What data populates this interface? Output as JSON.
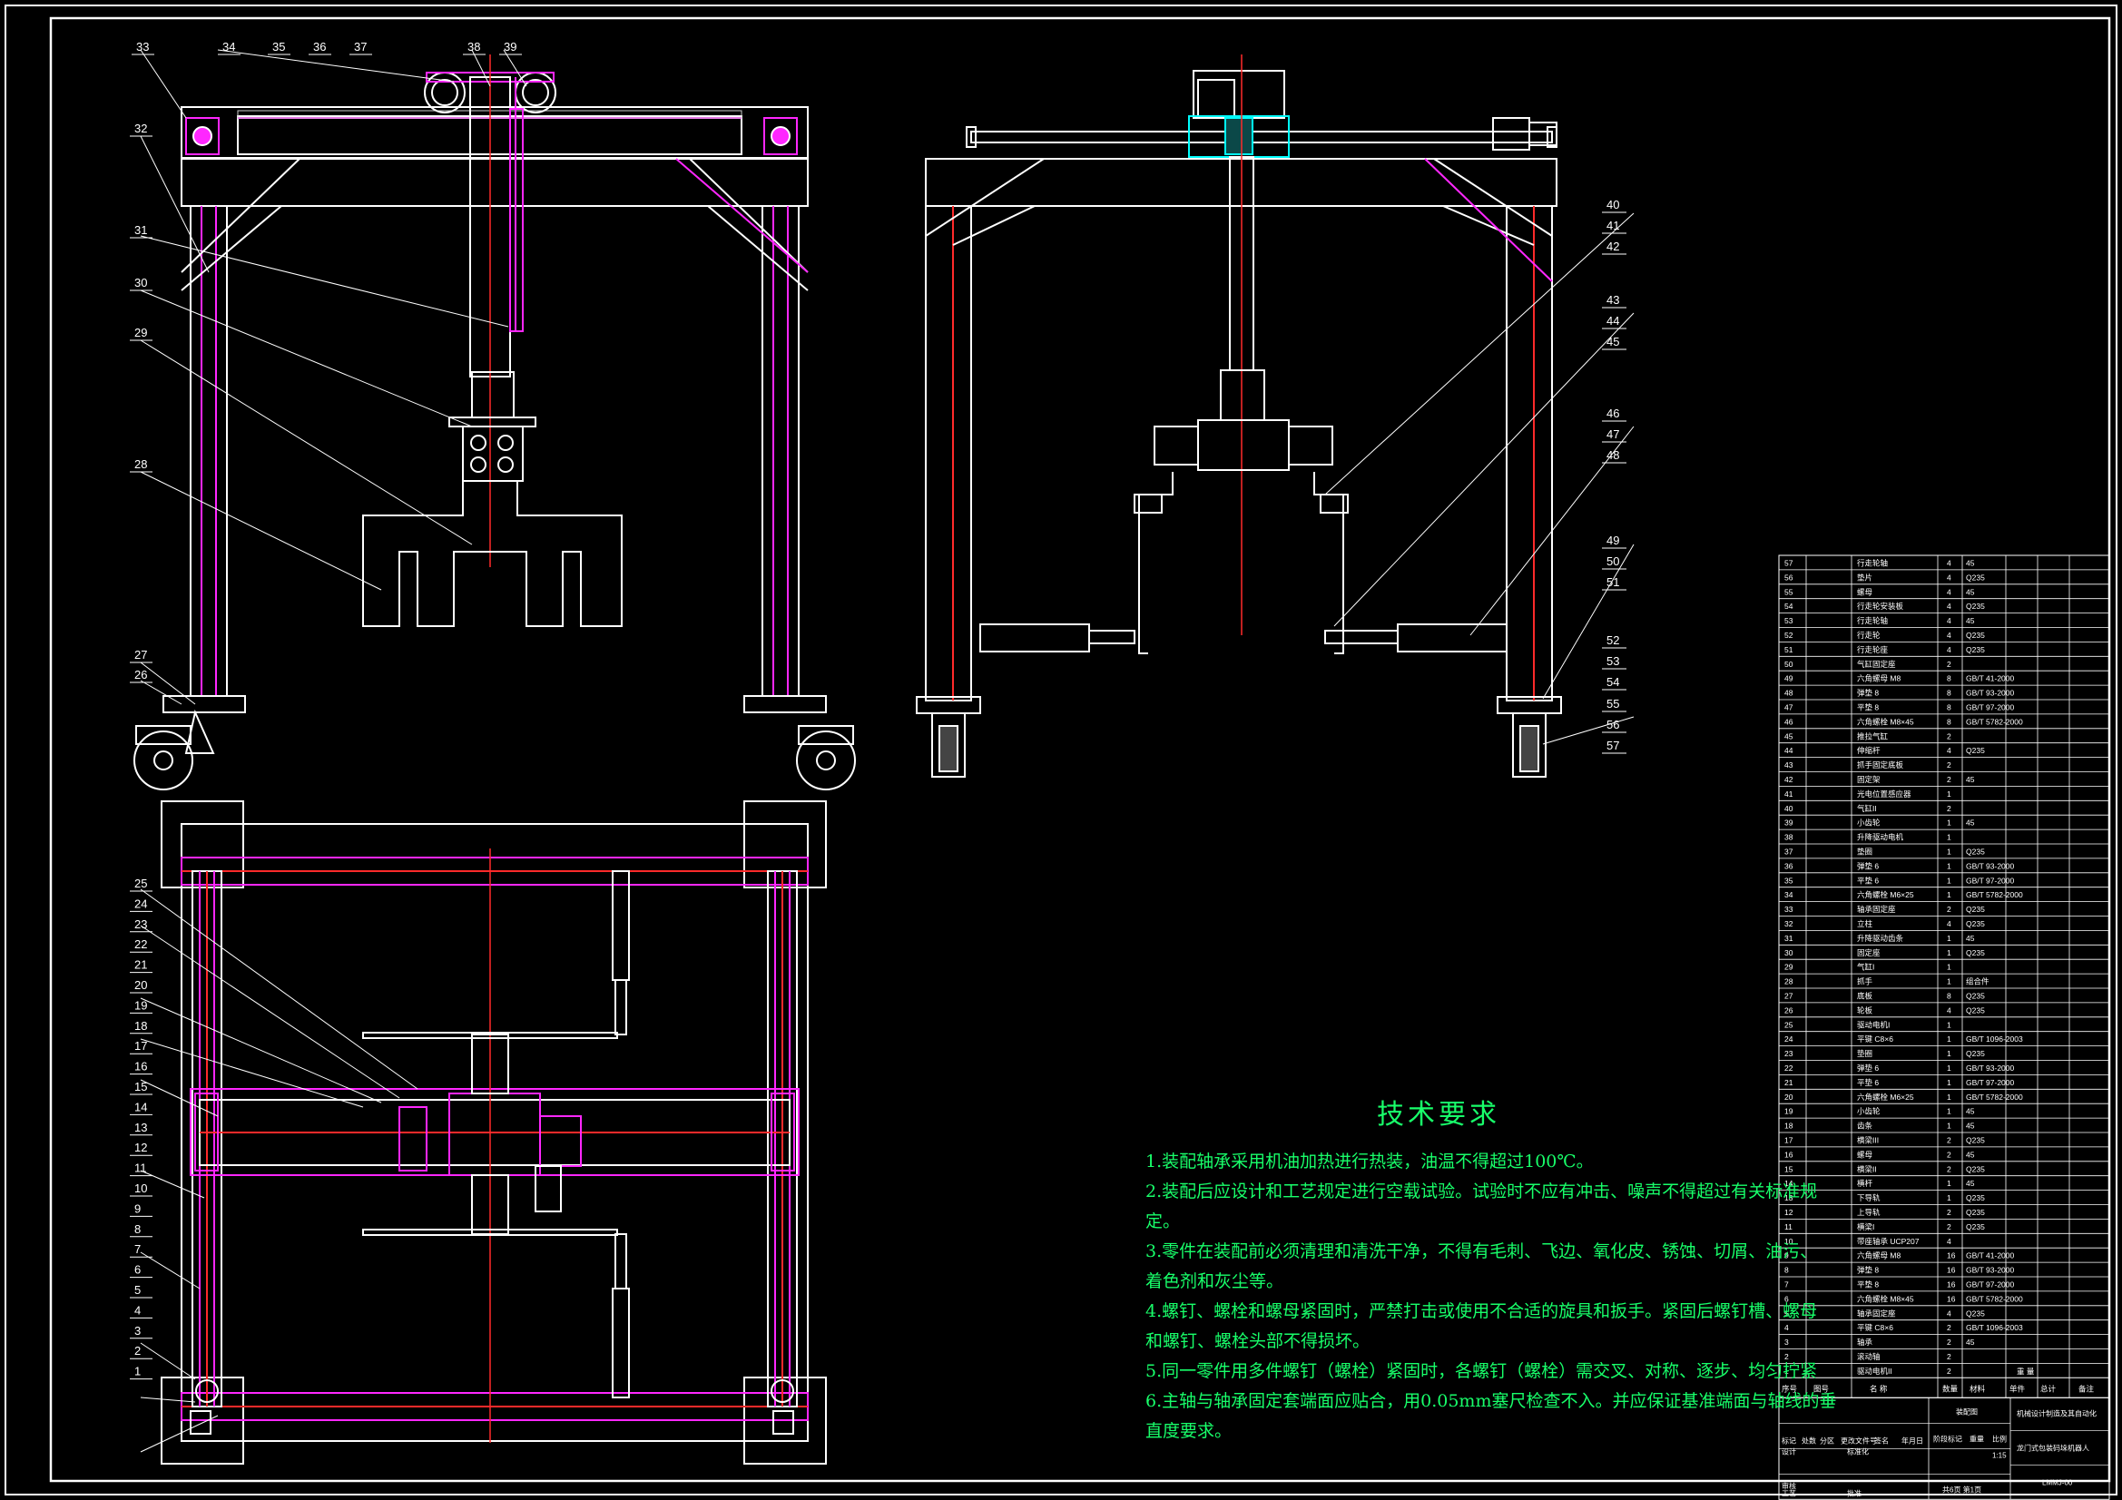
{
  "technical_requirements": {
    "title": "技术要求",
    "items": [
      "1.装配轴承采用机油加热进行热装，油温不得超过100℃。",
      "2.装配后应设计和工艺规定进行空载试验。试验时不应有冲击、噪声不得超过有关标准规",
      "定。",
      "3.零件在装配前必须清理和清洗干净，不得有毛刺、飞边、氧化皮、锈蚀、切屑、油污、",
      "着色剂和灰尘等。",
      "4.螺钉、螺栓和螺母紧固时，严禁打击或使用不合适的旋具和扳手。紧固后螺钉槽、螺母",
      "和螺钉、螺栓头部不得损坏。",
      "5.同一零件用多件螺钉（螺栓）紧固时，各螺钉（螺栓）需交叉、对称、逐步、均匀拧紧",
      "6.主轴与轴承固定套端面应贴合，用0.05mm塞尺检查不入。并应保证基准端面与轴线的垂",
      "直度要求。"
    ]
  },
  "balloons_front": [
    "33",
    "34",
    "35",
    "36",
    "37",
    "38",
    "39",
    "32",
    "31",
    "30",
    "29",
    "28",
    "27",
    "26"
  ],
  "balloons_plan": [
    "25",
    "24",
    "23",
    "22",
    "21",
    "20",
    "19",
    "18",
    "17",
    "16",
    "15",
    "14",
    "13",
    "12",
    "11",
    "10",
    "9",
    "8",
    "7",
    "6",
    "5",
    "4",
    "3",
    "2",
    "1"
  ],
  "balloons_side": [
    "40",
    "41",
    "42",
    "43",
    "44",
    "45",
    "46",
    "47",
    "48",
    "49",
    "50",
    "51",
    "52",
    "53",
    "54",
    "55",
    "56",
    "57"
  ],
  "bom": {
    "rows": [
      [
        "57",
        "行走轮轴",
        "4",
        "45"
      ],
      [
        "56",
        "垫片",
        "4",
        "Q235"
      ],
      [
        "55",
        "螺母",
        "4",
        "45"
      ],
      [
        "54",
        "行走轮安装板",
        "4",
        "Q235"
      ],
      [
        "53",
        "行走轮轴",
        "4",
        "45"
      ],
      [
        "52",
        "行走轮",
        "4",
        "Q235"
      ],
      [
        "51",
        "行走轮座",
        "4",
        "Q235"
      ],
      [
        "50",
        "气缸固定座",
        "2",
        ""
      ],
      [
        "49",
        "六角螺母 M8",
        "8",
        "GB/T 41-2000"
      ],
      [
        "48",
        "弹垫 8",
        "8",
        "GB/T 93-2000"
      ],
      [
        "47",
        "平垫 8",
        "8",
        "GB/T 97-2000"
      ],
      [
        "46",
        "六角螺栓 M8×45",
        "8",
        "GB/T 5782-2000"
      ],
      [
        "45",
        "推拉气缸",
        "2",
        ""
      ],
      [
        "44",
        "伸缩杆",
        "4",
        "Q235"
      ],
      [
        "43",
        "抓手固定底板",
        "2",
        ""
      ],
      [
        "42",
        "固定架",
        "2",
        "45"
      ],
      [
        "41",
        "光电位置感应器",
        "1",
        ""
      ],
      [
        "40",
        "气缸II",
        "2",
        ""
      ],
      [
        "39",
        "小齿轮",
        "1",
        "45"
      ],
      [
        "38",
        "升降驱动电机",
        "1",
        ""
      ],
      [
        "37",
        "垫圈",
        "1",
        "Q235"
      ],
      [
        "36",
        "弹垫 6",
        "1",
        "GB/T 93-2000"
      ],
      [
        "35",
        "平垫 6",
        "1",
        "GB/T 97-2000"
      ],
      [
        "34",
        "六角螺栓 M6×25",
        "1",
        "GB/T 5782-2000"
      ],
      [
        "33",
        "轴承固定座",
        "2",
        "Q235"
      ],
      [
        "32",
        "立柱",
        "4",
        "Q235"
      ],
      [
        "31",
        "升降驱动齿条",
        "1",
        "45"
      ],
      [
        "30",
        "固定座",
        "1",
        "Q235"
      ],
      [
        "29",
        "气缸I",
        "1",
        ""
      ],
      [
        "28",
        "抓手",
        "1",
        "组合件"
      ],
      [
        "27",
        "底板",
        "8",
        "Q235"
      ],
      [
        "26",
        "轮板",
        "4",
        "Q235"
      ],
      [
        "25",
        "驱动电机I",
        "1",
        ""
      ],
      [
        "24",
        "平键 C8×6",
        "1",
        "GB/T 1096-2003"
      ],
      [
        "23",
        "垫圈",
        "1",
        "Q235"
      ],
      [
        "22",
        "弹垫 6",
        "1",
        "GB/T 93-2000"
      ],
      [
        "21",
        "平垫 6",
        "1",
        "GB/T 97-2000"
      ],
      [
        "20",
        "六角螺栓 M6×25",
        "1",
        "GB/T 5782-2000"
      ],
      [
        "19",
        "小齿轮",
        "1",
        "45"
      ],
      [
        "18",
        "齿条",
        "1",
        "45"
      ],
      [
        "17",
        "横梁III",
        "2",
        "Q235"
      ],
      [
        "16",
        "螺母",
        "2",
        "45"
      ],
      [
        "15",
        "横梁II",
        "2",
        "Q235"
      ],
      [
        "14",
        "横杆",
        "1",
        "45"
      ],
      [
        "13",
        "下导轨",
        "1",
        "Q235"
      ],
      [
        "12",
        "上导轨",
        "2",
        "Q235"
      ],
      [
        "11",
        "横梁I",
        "2",
        "Q235"
      ],
      [
        "10",
        "带座轴承 UCP207",
        "4",
        ""
      ],
      [
        "9",
        "六角螺母 M8",
        "16",
        "GB/T 41-2000"
      ],
      [
        "8",
        "弹垫 8",
        "16",
        "GB/T 93-2000"
      ],
      [
        "7",
        "平垫 8",
        "16",
        "GB/T 97-2000"
      ],
      [
        "6",
        "六角螺栓 M8×45",
        "16",
        "GB/T 5782-2000"
      ],
      [
        "5",
        "轴承固定座",
        "4",
        "Q235"
      ],
      [
        "4",
        "平键 C8×6",
        "2",
        "GB/T 1096-2003"
      ],
      [
        "3",
        "轴承",
        "2",
        "45"
      ],
      [
        "2",
        "滚动轴",
        "2",
        ""
      ],
      [
        "1",
        "驱动电机II",
        "2",
        ""
      ]
    ],
    "header": [
      "序号",
      "图号",
      "名  称",
      "数量",
      "材料",
      "单件",
      "总计",
      "备注"
    ],
    "weight_header": "重  量"
  },
  "title_block": {
    "assembly": "装配图",
    "university": "机械设计制造及其自动化",
    "project": "龙门式包装码垛机器人",
    "drawing_no": "LMMJ-00",
    "scale": "1:15",
    "sheet": "共6页  第1页",
    "rev_headers": [
      "标记",
      "处数",
      "分区",
      "更改文件号",
      "签名",
      "年月日"
    ],
    "design": "设计",
    "std": "标准化",
    "process": "工艺",
    "approve": "批准",
    "review": "审核",
    "stage": "阶段标记",
    "weight": "重量",
    "ratio": "比例"
  },
  "colors": {
    "background": "#000000",
    "outline": "#ffffff",
    "centerline": "#ff2a2a",
    "accent": "#ff27ff",
    "text_green": "#18ff6a",
    "frame": "#ffffff"
  }
}
